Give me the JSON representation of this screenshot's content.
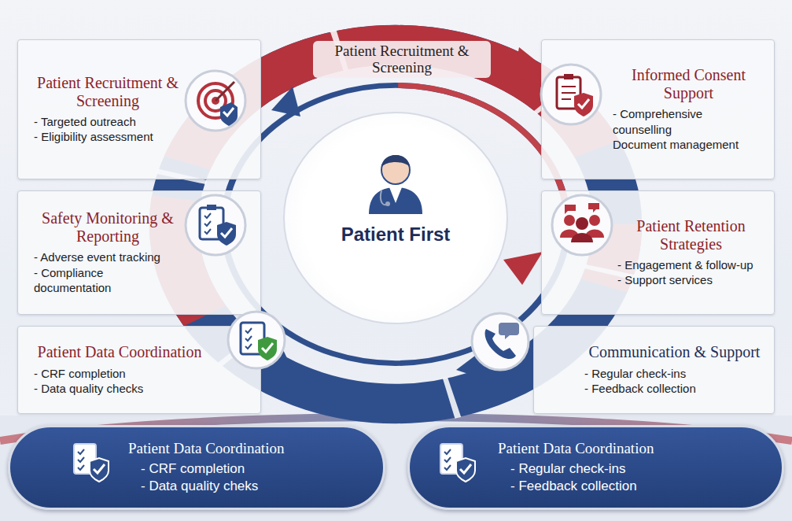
{
  "diagram": {
    "nodes": [
      {
        "text": [
          "Patient Recruitment & Screening",
          "- Targeted outreach",
          "- Eligibility assessment"
        ]
      },
      {
        "text": [
          "Informed Consent Support",
          "- Comprehensive counselling",
          "Document management"
        ]
      },
      {
        "text": [
          "Safety Monitoring & Reporting",
          "- Adverse event tracking",
          "- Compliance documentation"
        ]
      },
      {
        "text": [
          "Patient Retention Strategies",
          "- Engagement & follow-up",
          "- Support services"
        ]
      },
      {
        "text": [
          "Patient Data Coordination",
          "- CRF completion",
          "- Data quality checks"
        ]
      },
      {
        "text": [
          "Communication & Support",
          "- Regular check-ins",
          "- Feedback collection"
        ]
      },
      {
        "text": [
          "Patient First"
        ]
      },
      {
        "text": [
          "Patient Data Coordination",
          "- CRF completion",
          "- Data quality cheks"
        ]
      },
      {
        "text": [
          "Patient Data Coordination",
          "- Regular check-ins",
          "- Feedback collection"
        ]
      }
    ],
    "labels": [
      "Patient Recruitment & Screening"
    ]
  }
}
